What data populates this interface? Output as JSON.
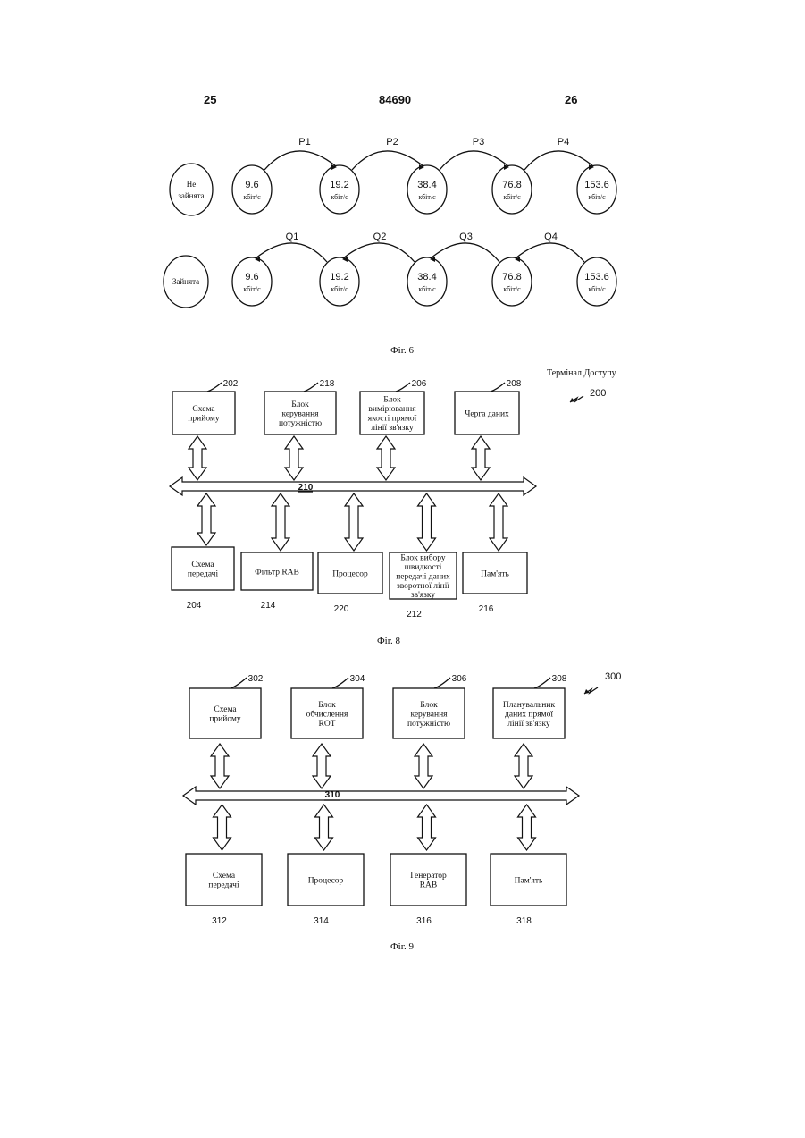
{
  "header": {
    "left_page": "25",
    "doc_number": "84690",
    "right_page": "26"
  },
  "fig6": {
    "row1_state": [
      "Не",
      "зайнята"
    ],
    "row2_state": "Зайнята",
    "rates": [
      {
        "value": "9.6",
        "unit": "кбіт/с"
      },
      {
        "value": "19.2",
        "unit": "кбіт/с"
      },
      {
        "value": "38.4",
        "unit": "кбіт/с"
      },
      {
        "value": "76.8",
        "unit": "кбіт/с"
      },
      {
        "value": "153.6",
        "unit": "кбіт/с"
      }
    ],
    "p_labels": [
      "P1",
      "P2",
      "P3",
      "P4"
    ],
    "q_labels": [
      "Q1",
      "Q2",
      "Q3",
      "Q4"
    ],
    "caption": "Фіг. 6"
  },
  "fig8": {
    "title": "Термінал Доступу",
    "ref": "200",
    "bus_ref": "210",
    "top_blocks": [
      {
        "ref": "202",
        "lines": [
          "Схема",
          "прийому"
        ]
      },
      {
        "ref": "218",
        "lines": [
          "Блок",
          "керування",
          "потужністю"
        ]
      },
      {
        "ref": "206",
        "lines": [
          "Блок",
          "вимірювання",
          "якості прямої",
          "лінії зв'язку"
        ]
      },
      {
        "ref": "208",
        "lines": [
          "Черга даних"
        ]
      }
    ],
    "bottom_blocks": [
      {
        "ref": "204",
        "lines": [
          "Схема",
          "передачі"
        ]
      },
      {
        "ref": "214",
        "lines": [
          "Фільтр RAB"
        ]
      },
      {
        "ref": "220",
        "lines": [
          "Процесор"
        ]
      },
      {
        "ref": "212",
        "lines": [
          "Блок вибору",
          "швидкості",
          "передачі даних",
          "зворотної лінії",
          "зв'язку"
        ]
      },
      {
        "ref": "216",
        "lines": [
          "Пам'ять"
        ]
      }
    ],
    "caption": "Фіг. 8"
  },
  "fig9": {
    "ref": "300",
    "bus_ref": "310",
    "top_blocks": [
      {
        "ref": "302",
        "lines": [
          "Схема",
          "прийому"
        ]
      },
      {
        "ref": "304",
        "lines": [
          "Блок",
          "обчислення",
          "ROT"
        ]
      },
      {
        "ref": "306",
        "lines": [
          "Блок",
          "керування",
          "потужністю"
        ]
      },
      {
        "ref": "308",
        "lines": [
          "Планувальник",
          "даних прямої",
          "лінії зв'язку"
        ]
      }
    ],
    "bottom_blocks": [
      {
        "ref": "312",
        "lines": [
          "Схема",
          "передачі"
        ]
      },
      {
        "ref": "314",
        "lines": [
          "Процесор"
        ]
      },
      {
        "ref": "316",
        "lines": [
          "Генератор",
          "RAB"
        ]
      },
      {
        "ref": "318",
        "lines": [
          "Пам'ять"
        ]
      }
    ],
    "caption": "Фіг. 9"
  }
}
